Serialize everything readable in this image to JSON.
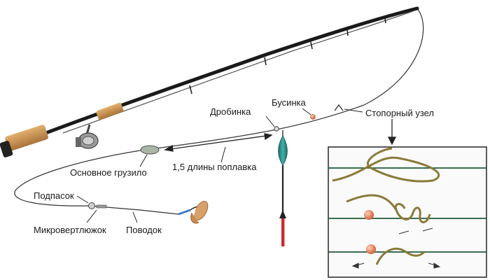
{
  "labels": {
    "drobinka": "Дробинка",
    "businka": "Бусинка",
    "stopor": "Стопорный узел",
    "gruzilo": "Основное грузило",
    "distance": "1,5 длины поплавка",
    "podpasok": "Подпасок",
    "vertlyuzhok": "Микровертлюжок",
    "povodok": "Поводок"
  },
  "colors": {
    "rod": "#1a1a1a",
    "handle": "#c8924e",
    "float_body": "#2a8c8c",
    "float_antenna": "#cc2a2a",
    "knot_line": "#8a7a3a",
    "inset_line": "#1f5a3a",
    "bead": "#e07a50"
  }
}
